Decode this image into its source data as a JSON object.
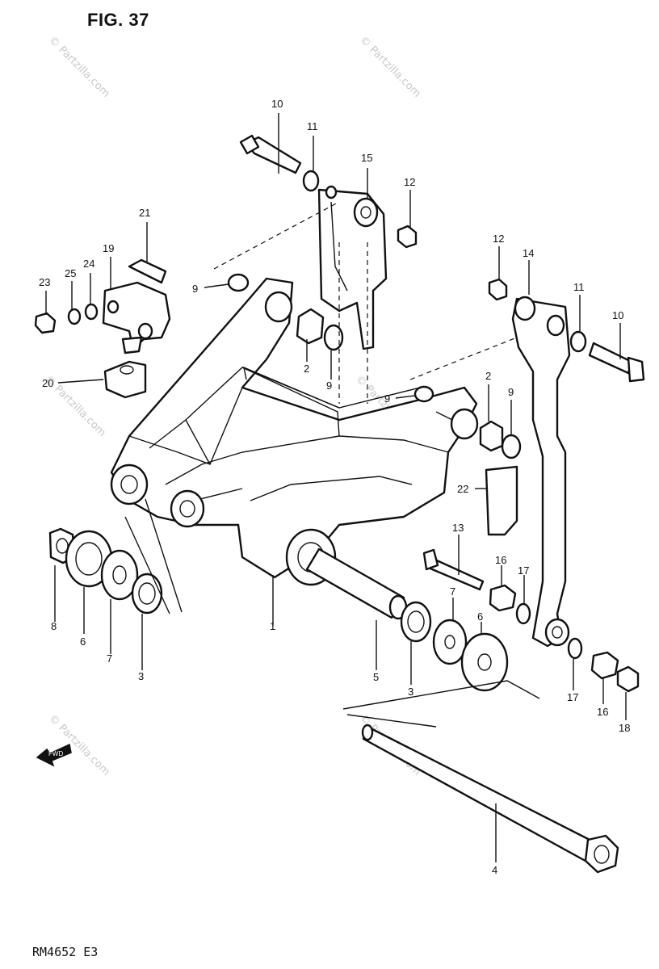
{
  "figure": {
    "title": "FIG. 37",
    "code": "RM4652  E3"
  },
  "watermark": "© Partzilla.com",
  "direction_label": "FWD",
  "callouts": {
    "c1": "1",
    "c2a": "2",
    "c2b": "2",
    "c3a": "3",
    "c3b": "3",
    "c4": "4",
    "c5": "5",
    "c6a": "6",
    "c6b": "6",
    "c7a": "7",
    "c7b": "7",
    "c8": "8",
    "c9a": "9",
    "c9b": "9",
    "c9c": "9",
    "c9d": "9",
    "c10a": "10",
    "c10b": "10",
    "c11a": "11",
    "c11b": "11",
    "c12a": "12",
    "c12b": "12",
    "c13": "13",
    "c14": "14",
    "c15": "15",
    "c16a": "16",
    "c16b": "16",
    "c17a": "17",
    "c17b": "17",
    "c18": "18",
    "c19": "19",
    "c20": "20",
    "c21": "21",
    "c22": "22",
    "c23": "23",
    "c24": "24",
    "c25": "25"
  }
}
